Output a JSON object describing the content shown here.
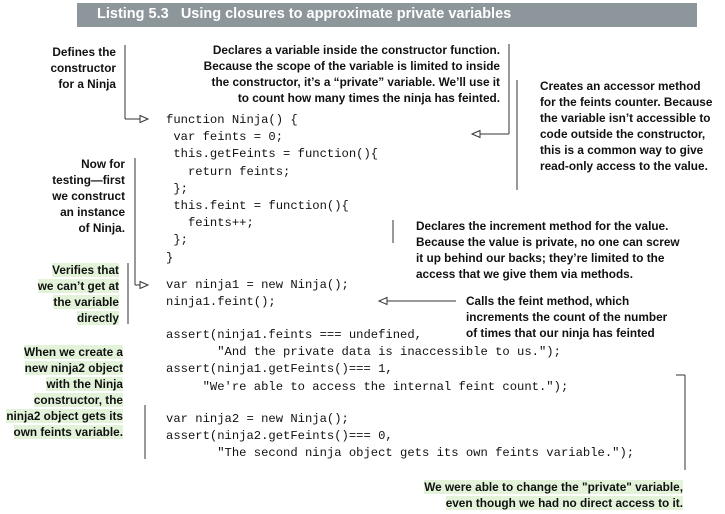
{
  "listing": {
    "label": "Listing 5.3",
    "title": "Using closures to approximate private variables"
  },
  "annotations": {
    "defines_constructor": [
      "Defines the",
      "constructor",
      "for a Ninja"
    ],
    "declares_variable": [
      "Declares a variable inside the constructor function.",
      "Because the scope of the variable is limited to inside",
      "the constructor, it’s a “private” variable. We’ll use it",
      "to count how many times the ninja has feinted."
    ],
    "accessor_method": [
      "Creates an accessor method",
      "for the feints counter. Because",
      "the variable isn’t accessible to",
      "code outside the constructor,",
      "this is a common way to give",
      "read-only access to the value."
    ],
    "now_for_testing": [
      "Now for",
      "testing—first",
      "we construct",
      "an instance",
      "of Ninja."
    ],
    "increment_method": [
      "Declares the increment method for the value.",
      "Because the value is private, no one can screw",
      "it up behind our backs; they’re limited to the",
      "access that we give them via methods."
    ],
    "verifies": [
      "Verifies that",
      "we can’t get at",
      "the variable",
      "directly"
    ],
    "calls_feint": [
      "Calls the feint method, which",
      "increments the count of the number",
      "of times that our ninja has feinted"
    ],
    "ninja2_object": [
      "When we create a",
      "new ninja2 object",
      "with the Ninja",
      "constructor, the",
      "ninja2 object gets its",
      "own feints variable."
    ],
    "able_to_change": [
      "We were able to change the \"private\" variable,",
      "even though we had no direct access to it."
    ]
  },
  "code_blocks": {
    "constructor": [
      "function Ninja() {",
      " var feints = 0;",
      " this.getFeints = function(){",
      "   return feints;",
      " };",
      " this.feint = function(){",
      "   feints++;",
      " };",
      "}"
    ],
    "test": [
      "var ninja1 = new Ninja();",
      "ninja1.feint();"
    ],
    "asserts": [
      "assert(ninja1.feints === undefined,",
      "       \"And the private data is inaccessible to us.\");",
      "assert(ninja1.getFeints()=== 1,",
      "     \"We're able to access the internal feint count.\");"
    ],
    "ninja2": [
      "var ninja2 = new Ninja();",
      "assert(ninja2.getFeints()=== 0,",
      "       \"The second ninja object gets its own feints variable.\");"
    ]
  }
}
